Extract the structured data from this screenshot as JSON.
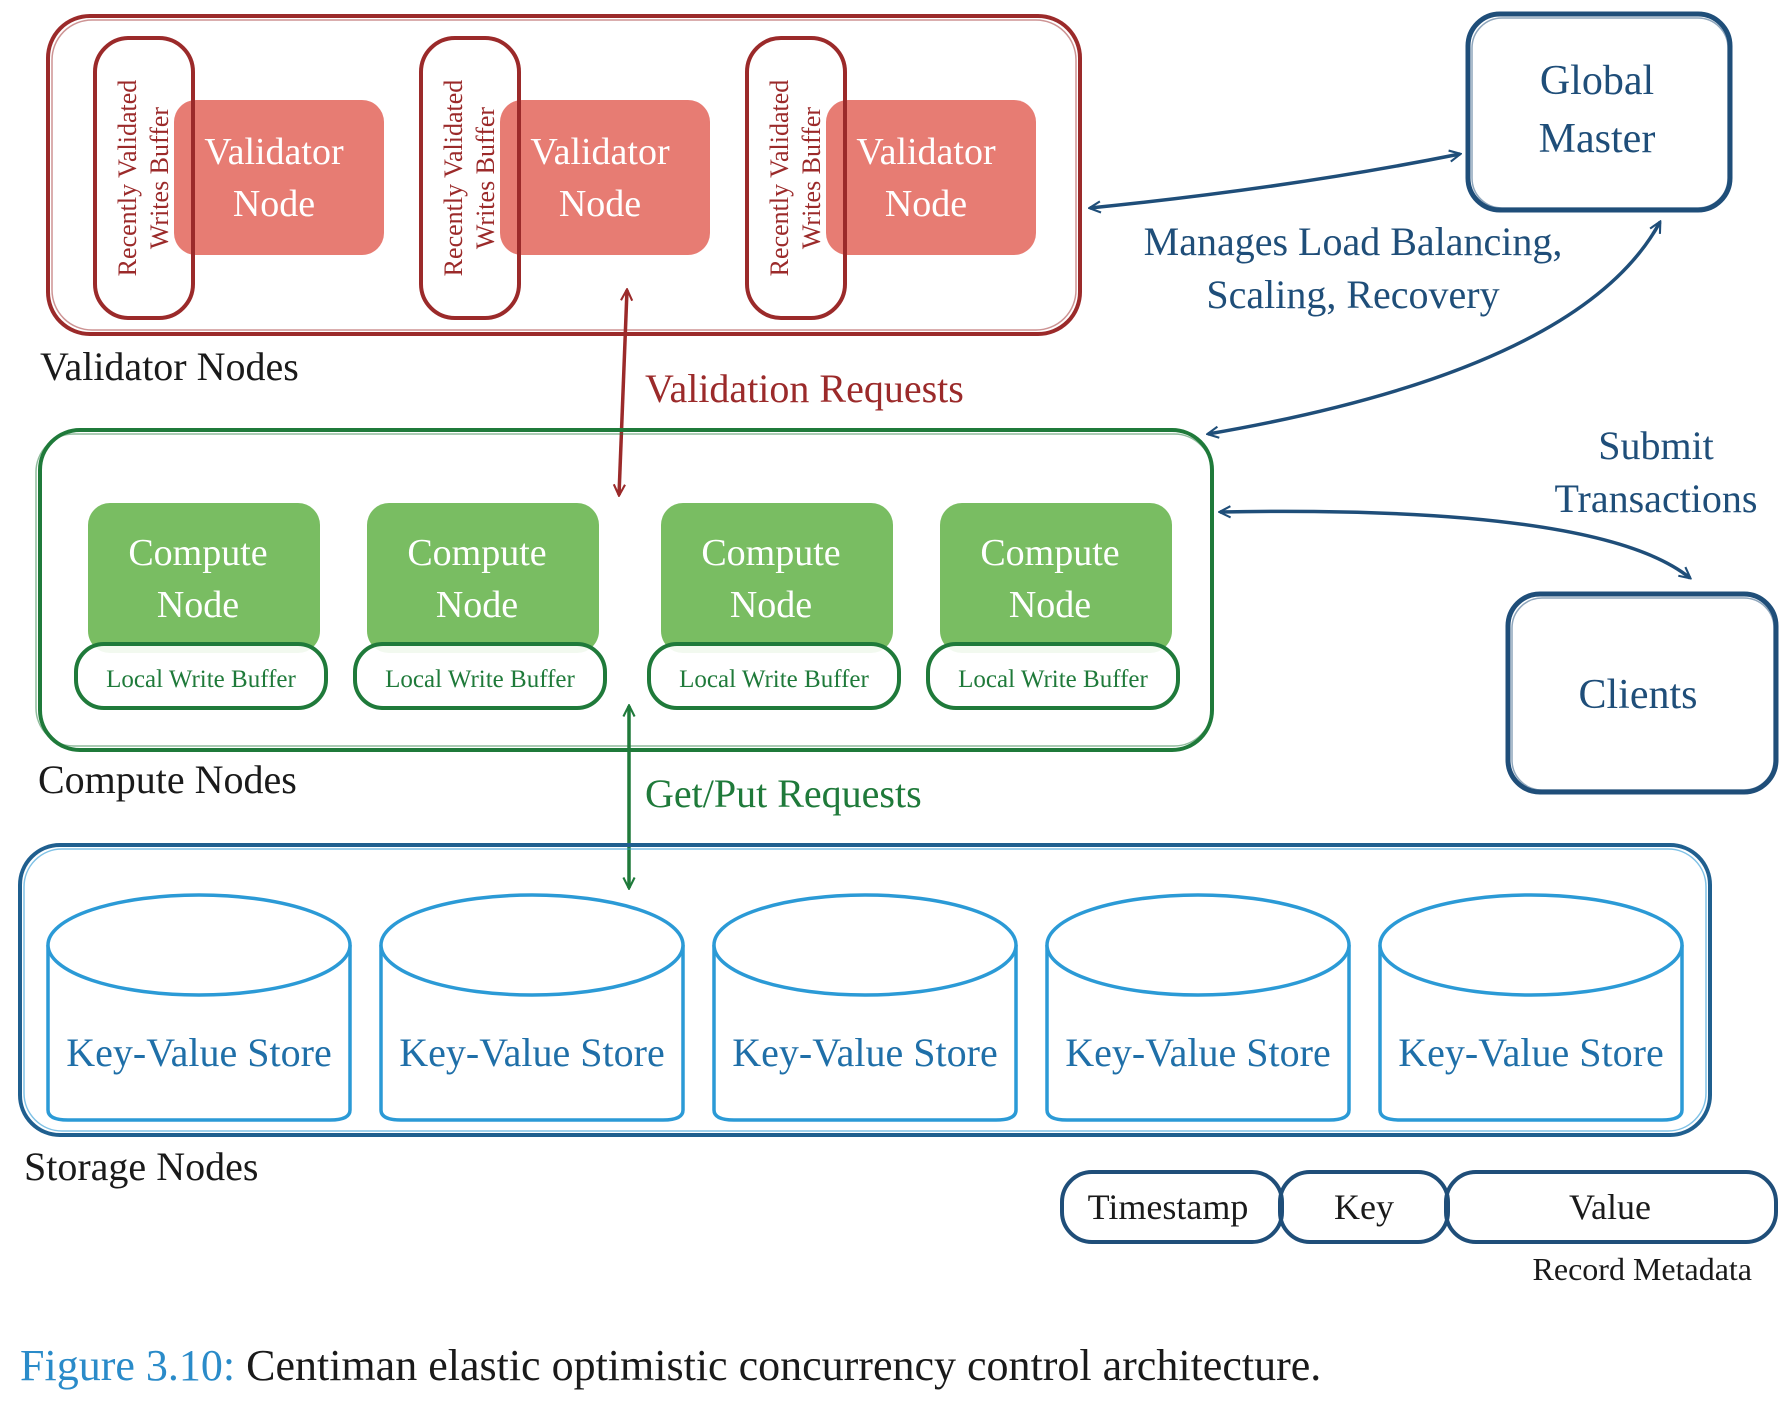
{
  "colors": {
    "validator_border": "#9b2a2a",
    "validator_fill": "#e77c73",
    "compute_border": "#1f7a3a",
    "compute_fill": "#79bd62",
    "storage_border": "#1f5f8f",
    "store_stroke": "#2b9ad6",
    "master_border": "#1f4e79",
    "arrow_red": "#9b2a2a",
    "arrow_green": "#1f7a3a",
    "arrow_blue": "#1f4e79"
  },
  "validator": {
    "group_label": "Validator Nodes",
    "buffer_label_line1": "Recently Validated",
    "buffer_label_line2": "Writes Buffer",
    "node_line1": "Validator",
    "node_line2": "Node",
    "count": 3
  },
  "compute": {
    "group_label": "Compute Nodes",
    "node_line1": "Compute",
    "node_line2": "Node",
    "buffer_label": "Local Write Buffer",
    "count": 4
  },
  "storage": {
    "group_label": "Storage Nodes",
    "store_label": "Key-Value Store",
    "count": 5
  },
  "master": {
    "line1": "Global",
    "line2": "Master"
  },
  "clients": {
    "label": "Clients"
  },
  "edges": {
    "validation_requests": "Validation Requests",
    "get_put_requests": "Get/Put Requests",
    "manages_line1": "Manages Load Balancing,",
    "manages_line2": "Scaling, Recovery",
    "submit_line1": "Submit",
    "submit_line2": "Transactions"
  },
  "record": {
    "timestamp": "Timestamp",
    "key": "Key",
    "value": "Value",
    "label": "Record Metadata"
  },
  "caption": {
    "figure": "Figure 3.10:",
    "text": " Centiman elastic optimistic concurrency control architecture."
  }
}
